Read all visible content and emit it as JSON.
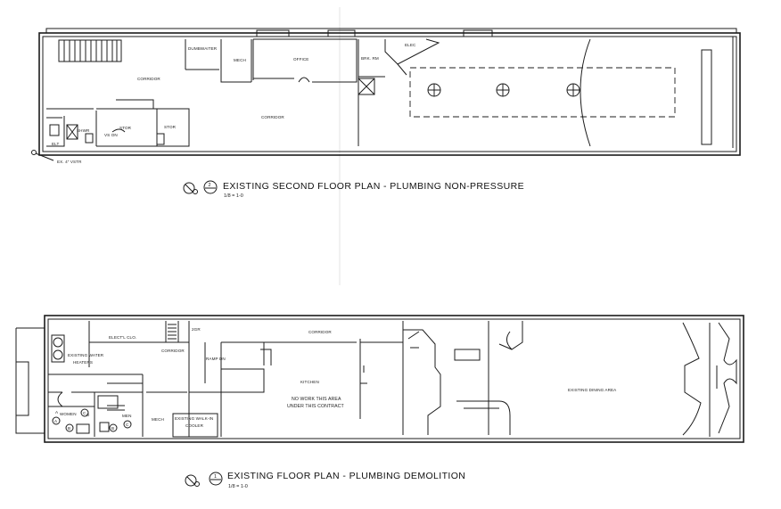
{
  "second_floor": {
    "title": "EXISTING SECOND FLOOR PLAN - PLUMBING NON-PRESSURE",
    "tag_number": "2",
    "scale": "1/8 = 1-0",
    "rooms": {
      "corridor_1": "CORRIDOR",
      "corridor_2": "CORRIDOR",
      "dumbwaiter": "DUMBWAITER",
      "mech": "MECH",
      "office": "OFFICE",
      "brk_rm": "BRK. RM",
      "elec": "ELEC",
      "stor_1": "STOR",
      "stor_2": "STOR",
      "shwr": "SHWR",
      "vs_on": "VS ON",
      "elt": "ELT"
    },
    "note": "EX. 4\" VSTR"
  },
  "first_floor": {
    "title": "EXISTING FLOOR PLAN - PLUMBING DEMOLITION",
    "tag_number": "1",
    "scale": "1/8 = 1-0",
    "rooms": {
      "elect_clo": "ELECT'L CLO.",
      "corridor_top": "CORRIDOR",
      "corridor_left": "CORRIDOR",
      "water_heaters_1": "EXISTING WATER",
      "water_heaters_2": "HEATERS",
      "women": "WOMEN",
      "men": "MEN",
      "mech": "MECH",
      "walk_in_1": "EXISTING WALK-IN",
      "walk_in_2": "COOLER",
      "ramp_dn": "RAMP DN",
      "kitchen": "KITCHEN",
      "no_work_1": "NO WORK THIS AREA",
      "no_work_2": "UNDER THIS CONTRACT",
      "dining": "EXISTING DINING AREA",
      "sdr": "2GR"
    },
    "fixture_tags": [
      "A",
      "B",
      "C",
      "D"
    ]
  }
}
